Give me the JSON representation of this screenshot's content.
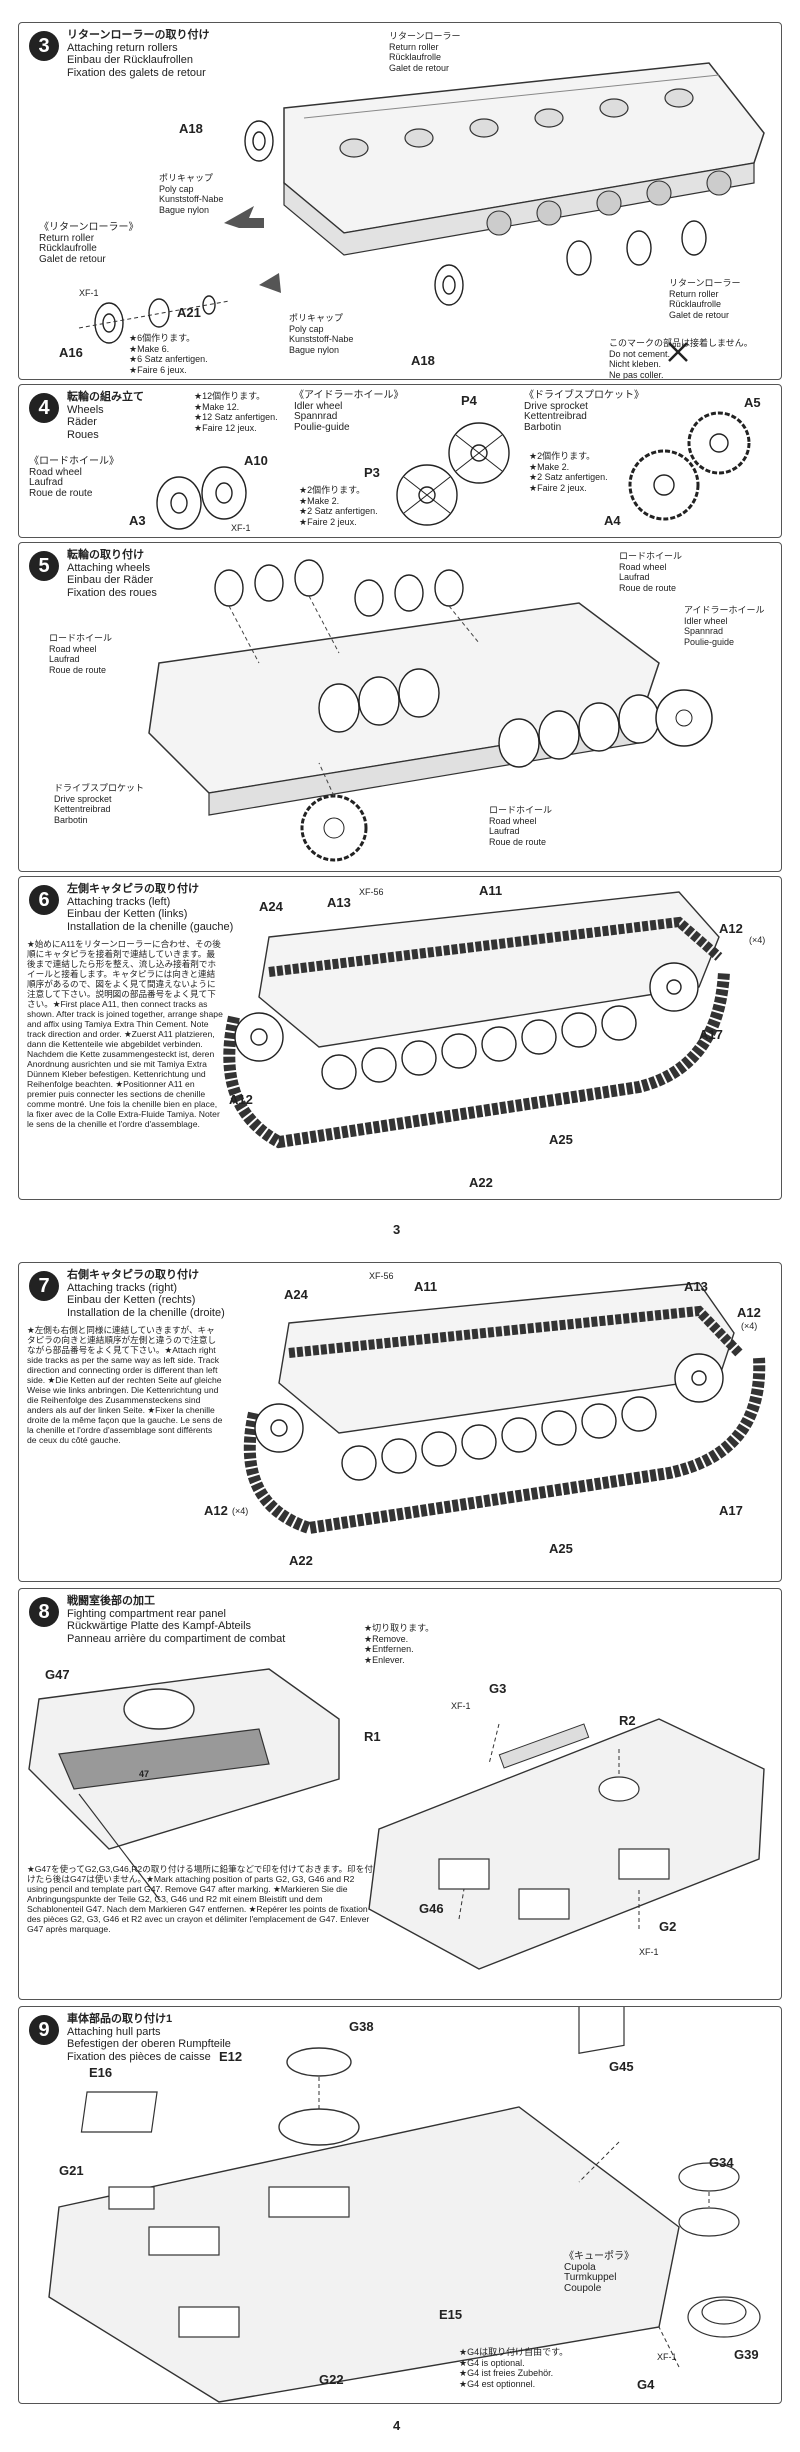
{
  "pages": [
    "3",
    "4"
  ],
  "steps": {
    "s3": {
      "num": "3",
      "title": [
        "リターンローラーの取り付け",
        "Attaching return rollers",
        "Einbau der Rücklaufrollen",
        "Fixation des galets de retour"
      ],
      "roller_top": [
        "リターンローラー",
        "Return roller",
        "Rücklaufrolle",
        "Galet de retour"
      ],
      "roller_right": [
        "リターンローラー",
        "Return roller",
        "Rücklaufrolle",
        "Galet de retour"
      ],
      "roller_left": [
        "《リターンローラー》",
        "Return roller",
        "Rücklaufrolle",
        "Galet de retour"
      ],
      "polycap1": [
        "ポリキャップ",
        "Poly cap",
        "Kunststoff-Nabe",
        "Bague nylon"
      ],
      "polycap2": [
        "ポリキャップ",
        "Poly cap",
        "Kunststoff-Nabe",
        "Bague nylon"
      ],
      "make": [
        "★6個作ります。",
        "★Make 6.",
        "★6 Satz anfertigen.",
        "★Faire 6 jeux."
      ],
      "no_cement": [
        "このマークの部品は接着しません。",
        "Do not cement.",
        "Nicht kleben.",
        "Ne pas coller."
      ],
      "parts": {
        "a18_top": "A18",
        "a18_bottom": "A18",
        "a21": "A21",
        "a16": "A16",
        "xf1": "XF-1"
      }
    },
    "s4": {
      "num": "4",
      "title": [
        "転輪の組み立て",
        "Wheels",
        "Räder",
        "Roues"
      ],
      "road_wheel": [
        "《ロードホイール》",
        "Road wheel",
        "Laufrad",
        "Roue de route"
      ],
      "make12": [
        "★12個作ります。",
        "★Make 12.",
        "★12 Satz anfertigen.",
        "★Faire 12 jeux."
      ],
      "idler": [
        "《アイドラーホイール》",
        "Idler wheel",
        "Spannrad",
        "Poulie-guide"
      ],
      "make2a": [
        "★2個作ります。",
        "★Make 2.",
        "★2 Satz anfertigen.",
        "★Faire 2 jeux."
      ],
      "sprocket": [
        "《ドライブスプロケット》",
        "Drive sprocket",
        "Kettentreibrad",
        "Barbotin"
      ],
      "make2b": [
        "★2個作ります。",
        "★Make 2.",
        "★2 Satz anfertigen.",
        "★Faire 2 jeux."
      ],
      "parts": {
        "a10": "A10",
        "a3": "A3",
        "xf1": "XF-1",
        "p4": "P4",
        "p3": "P3",
        "a5": "A5",
        "a4": "A4"
      }
    },
    "s5": {
      "num": "5",
      "title": [
        "転輪の取り付け",
        "Attaching wheels",
        "Einbau der Räder",
        "Fixation des roues"
      ],
      "road_top": [
        "ロードホイール",
        "Road wheel",
        "Laufrad",
        "Roue de route"
      ],
      "idler": [
        "アイドラーホイール",
        "Idler wheel",
        "Spannrad",
        "Poulie-guide"
      ],
      "road_left": [
        "ロードホイール",
        "Road wheel",
        "Laufrad",
        "Roue de route"
      ],
      "sprocket": [
        "ドライブスプロケット",
        "Drive sprocket",
        "Kettentreibrad",
        "Barbotin"
      ],
      "road_bottom": [
        "ロードホイール",
        "Road wheel",
        "Laufrad",
        "Roue de route"
      ]
    },
    "s6": {
      "num": "6",
      "title": [
        "左側キャタピラの取り付け",
        "Attaching tracks (left)",
        "Einbau der Ketten (links)",
        "Installation de la chenille (gauche)"
      ],
      "instructions": "★始めにA11をリターンローラーに合わせ、その後順にキャタピラを接着剤で連結していきます。最後まで連結したら形を整え、流し込み接着剤でホイールと接着します。キャタピラには向きと連結順序があるので、図をよく見て間違えないように注意して下さい。説明図の部品番号をよく見て下さい。★First place A11, then connect tracks as shown. After track is joined together, arrange shape and affix using Tamiya Extra Thin Cement. Note track direction and order. ★Zuerst A11 platzieren, dann die Kettenteile wie abgebildet verbinden. Nachdem die Kette zusammengesteckt ist, deren Anordnung ausrichten und sie mit Tamiya Extra Dünnem Kleber befestigen. Kettenrichtung und Reihenfolge beachten. ★Positionner A11 en premier puis connecter les sections de chenille comme montré. Une fois la chenille bien en place, la fixer avec de la Colle Extra-Fluide Tamiya. Noter le sens de la chenille et l'ordre d'assemblage.",
      "parts": {
        "a13": "A13",
        "a24": "A24",
        "a11": "A11",
        "a12": "A12",
        "x4": "(×4)",
        "a17": "A17",
        "a25": "A25",
        "a22": "A22",
        "a12b": "A12",
        "xf56": "XF-56"
      }
    },
    "s7": {
      "num": "7",
      "title": [
        "右側キャタピラの取り付け",
        "Attaching tracks (right)",
        "Einbau der Ketten (rechts)",
        "Installation de la chenille (droite)"
      ],
      "instructions": "★左側も右側と同様に連結していきますが、キャタピラの向きと連結順序が左側と違うので注意しながら部品番号をよく見て下さい。★Attach right side tracks as per the same way as left side. Track direction and connecting order is different than left side. ★Die Ketten auf der rechten Seite auf gleiche Weise wie links anbringen. Die Kettenrichtung und die Reihenfolge des Zusammensteckens sind anders als auf der linken Seite. ★Fixer la chenille droite de la même façon que la gauche. Le sens de la chenille et l'ordre d'assemblage sont différents de ceux du côté gauche.",
      "parts": {
        "a24": "A24",
        "a11": "A11",
        "a13": "A13",
        "a12": "A12",
        "x4": "(×4)",
        "a17": "A17",
        "a25": "A25",
        "a22": "A22",
        "a12b": "A12",
        "x4b": "(×4)",
        "xf56": "XF-56"
      }
    },
    "s8": {
      "num": "8",
      "title": [
        "戦闘室後部の加工",
        "Fighting compartment rear panel",
        "Rückwärtige Platte des Kampf-Abteils",
        "Panneau arrière du compartiment de combat"
      ],
      "remove": [
        "★切り取ります。",
        "★Remove.",
        "★Entfernen.",
        "★Enlever."
      ],
      "instructions": "★G47を使ってG2,G3,G46,R2の取り付ける場所に鉛筆などで印を付けておきます。印を付けたら後はG47は使いません。★Mark attaching position of parts G2, G3, G46 and R2 using pencil and template part G47. Remove G47 after marking. ★Markieren Sie die Anbringungspunkte der Teile G2, G3, G46 und R2 mit einem Bleistift und dem Schablonenteil G47. Nach dem Markieren G47 entfernen. ★Repérer les points de fixation des pièces G2, G3, G46 et R2 avec un crayon et délimiter l'emplacement de G47. Enlever G47 après marquage.",
      "parts": {
        "g47": "G47",
        "r1": "R1",
        "r2": "R2",
        "g3": "G3",
        "xf1": "XF-1",
        "g46": "G46",
        "g2": "G2",
        "xf1b": "XF-1",
        "g47plate": "47"
      }
    },
    "s9": {
      "num": "9",
      "title": [
        "車体部品の取り付け1",
        "Attaching hull parts",
        "Befestigen der oberen Rumpfteile",
        "Fixation des pièces de caisse"
      ],
      "cupola": [
        "《キューポラ》",
        "Cupola",
        "Turmkuppel",
        "Coupole"
      ],
      "optional": [
        "★G4は取り付け自由です。",
        "★G4 is optional.",
        "★G4 ist freies Zubehör.",
        "★G4 est optionnel."
      ],
      "parts": {
        "g38": "G38",
        "e16": "E16",
        "e12": "E12",
        "g45": "G45",
        "g21": "G21",
        "g34": "G34",
        "e15": "E15",
        "g22": "G22",
        "g39": "G39",
        "g4": "G4",
        "xf1": "XF-1"
      }
    }
  }
}
